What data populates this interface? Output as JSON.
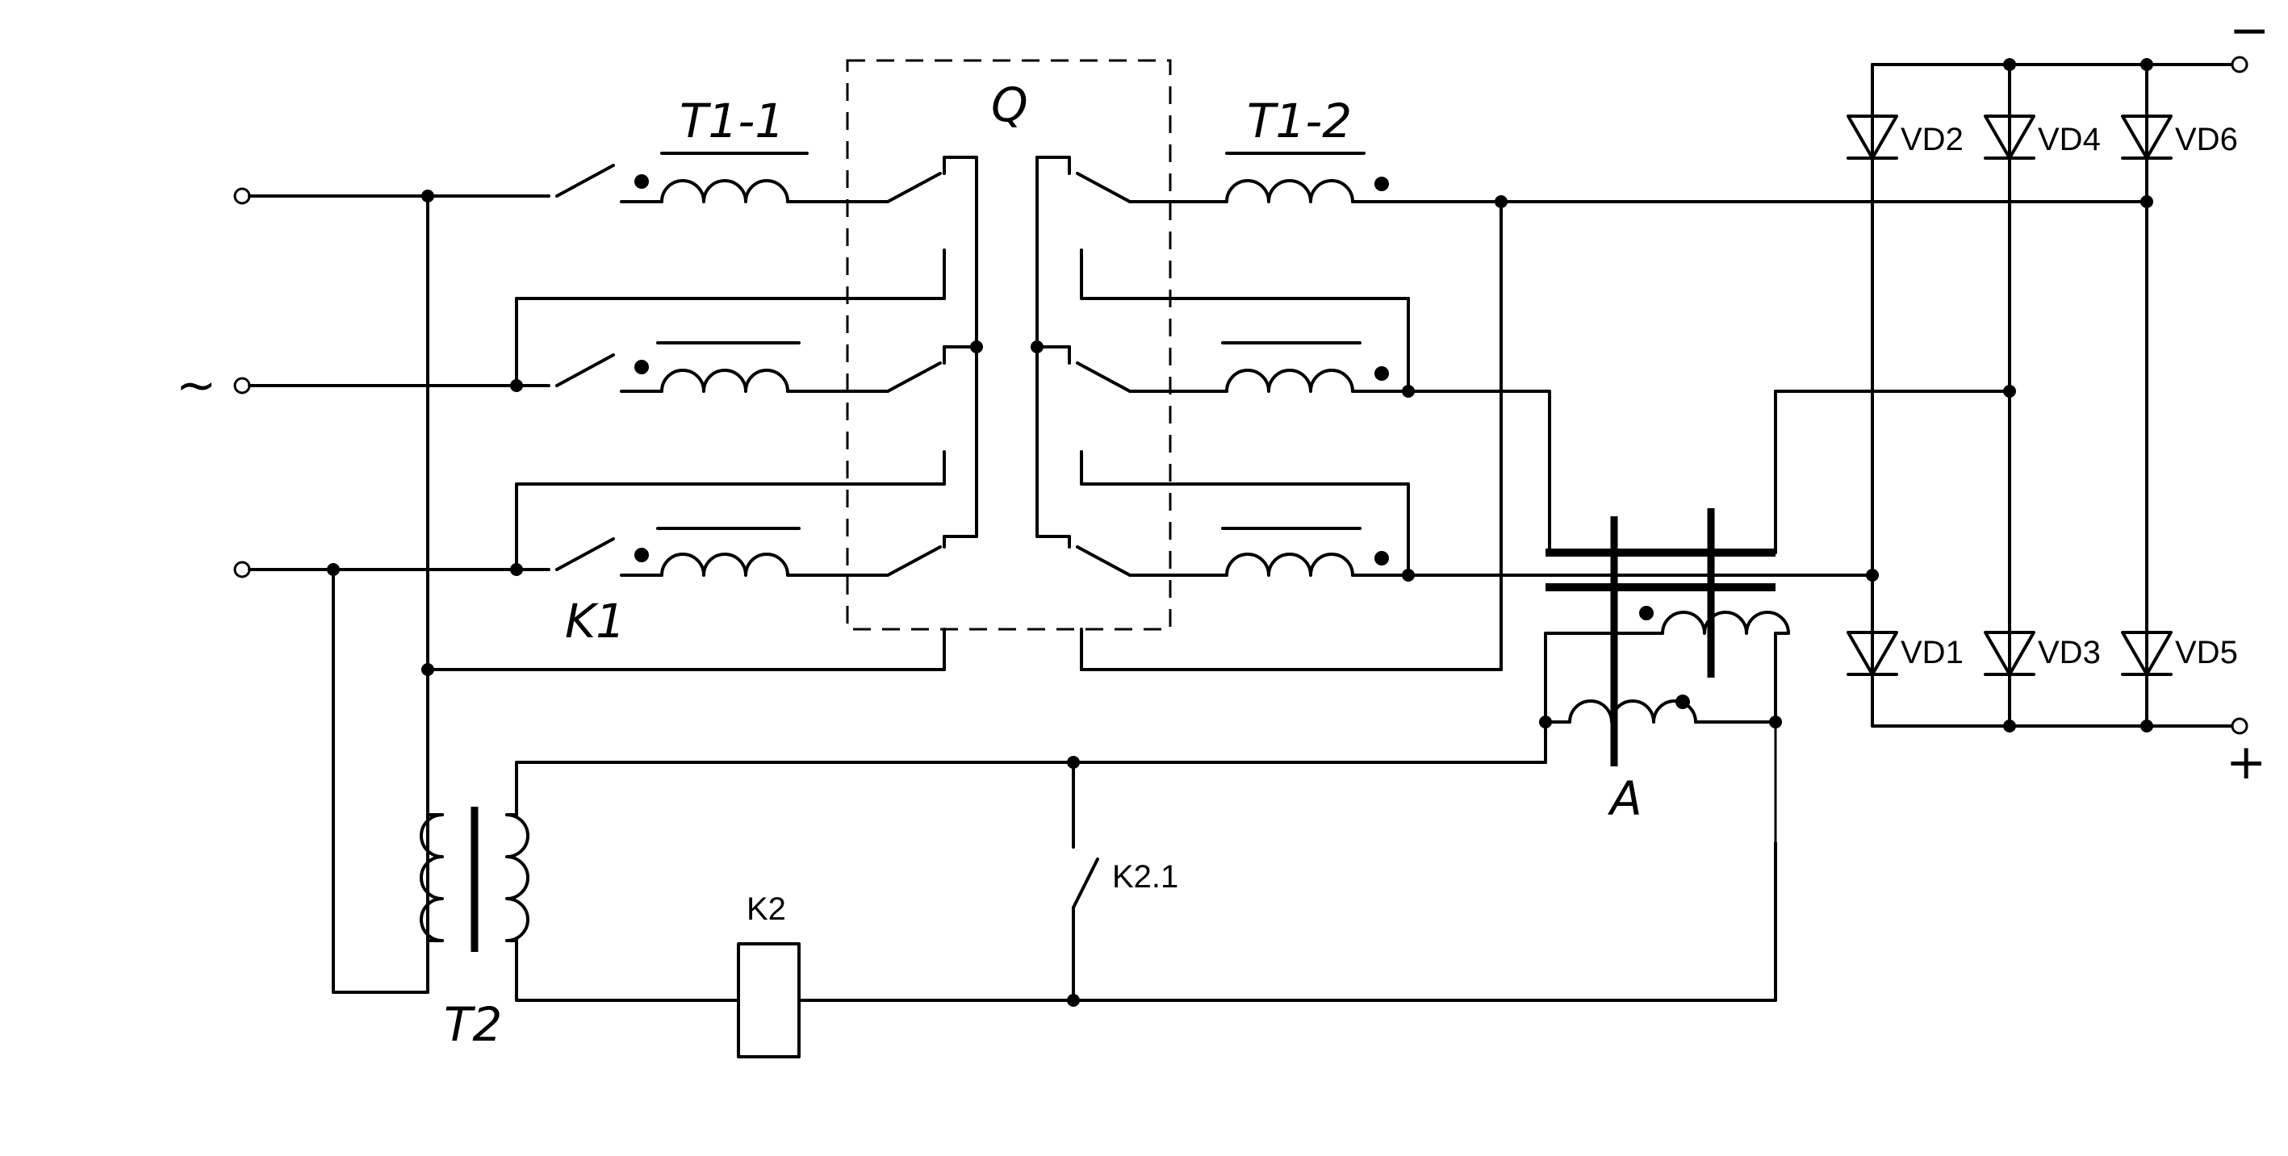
{
  "labels": {
    "t1_1": "T1-1",
    "t1_2": "T1-2",
    "q": "Q",
    "k1": "K1",
    "t2": "T2",
    "k2": "K2",
    "k2_1": "K2.1",
    "a": "A",
    "vd1": "VD1",
    "vd2": "VD2",
    "vd3": "VD3",
    "vd4": "VD4",
    "vd5": "VD5",
    "vd6": "VD6",
    "minus": "−",
    "plus": "+",
    "ac": "~"
  }
}
